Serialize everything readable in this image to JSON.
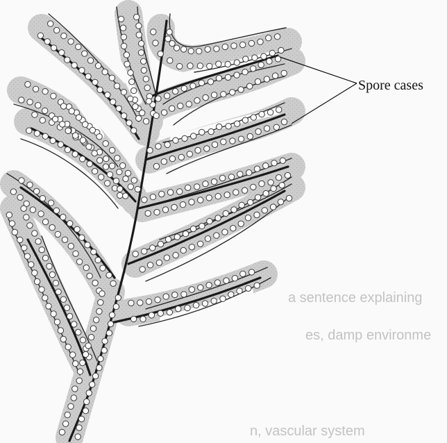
{
  "annotation": {
    "label": "Spore cases"
  },
  "bleed_through": {
    "line1": "a sentence explaining",
    "line2": "es,  damp environme",
    "line3": "n,  vascular system"
  },
  "colors": {
    "frond_fill": "#c9c9c9",
    "frond_edge": "#2a2a2a",
    "midrib": "#1a1a1a",
    "spore_case": "#3a3a3a",
    "background": "#fafafa"
  }
}
